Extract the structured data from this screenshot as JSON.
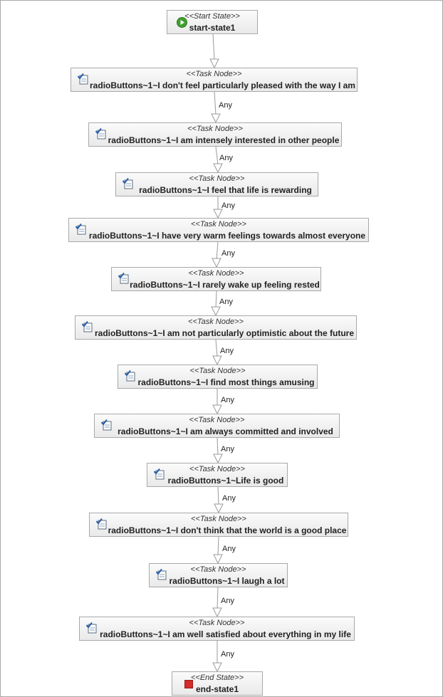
{
  "diagram": {
    "start": {
      "stereotype": "<<Start State>>",
      "label": "start-state1",
      "icon": "play-icon"
    },
    "end": {
      "stereotype": "<<End State>>",
      "label": "end-state1",
      "icon": "stop-icon"
    },
    "task_stereotype": "<<Task Node>>",
    "task_icon": "task-checklist-icon",
    "tasks": [
      {
        "label": "radioButtons~1~I don't feel particularly pleased with the way I am"
      },
      {
        "label": "radioButtons~1~I am intensely interested in other people"
      },
      {
        "label": "radioButtons~1~I feel that life is rewarding"
      },
      {
        "label": "radioButtons~1~I have very warm feelings towards almost everyone"
      },
      {
        "label": "radioButtons~1~I rarely wake up feeling rested"
      },
      {
        "label": "radioButtons~1~I am not particularly optimistic about the future"
      },
      {
        "label": "radioButtons~1~I find most things amusing"
      },
      {
        "label": "radioButtons~1~I am always committed and involved"
      },
      {
        "label": "radioButtons~1~Life is good"
      },
      {
        "label": "radioButtons~1~I don't think that the world is a good place"
      },
      {
        "label": "radioButtons~1~I laugh a lot"
      },
      {
        "label": "radioButtons~1~I am well satisfied about everything in my life"
      }
    ],
    "transition_label": "Any"
  },
  "colors": {
    "node_border": "#a9a9a9",
    "edge": "#9a9a9a",
    "start_icon": "#3f9f2f",
    "end_icon": "#d42a2a",
    "task_icon": "#2a5faa"
  }
}
